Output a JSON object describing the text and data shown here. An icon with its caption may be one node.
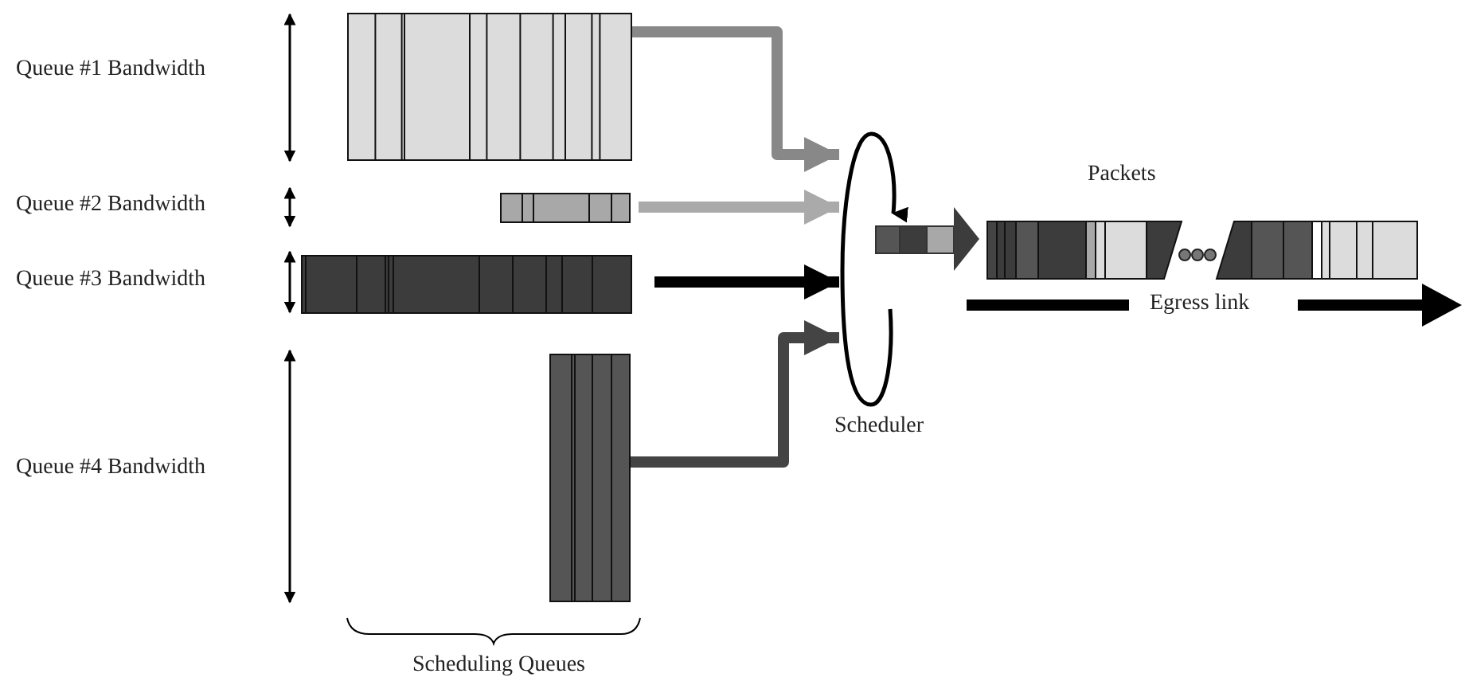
{
  "diagram": {
    "nodes": [
      {
        "text": [],
        "shape": "bar"
      },
      {
        "text": [],
        "shape": "bar"
      },
      {
        "text": [],
        "shape": "bar"
      },
      {
        "text": [],
        "shape": "bar"
      },
      {
        "text": [
          "Scheduler"
        ]
      },
      {
        "text": [
          "Packets"
        ]
      }
    ],
    "edges": [
      {
        "from": 0,
        "to": 4,
        "arrow": "to",
        "color": "#888888"
      },
      {
        "from": 1,
        "to": 4,
        "arrow": "to",
        "color": "#aaaaaa"
      },
      {
        "from": 2,
        "to": 4,
        "arrow": "to",
        "color": "#000000"
      },
      {
        "from": 3,
        "to": 4,
        "arrow": "to",
        "color": "#444444"
      }
    ],
    "labels": [
      "Queue #1 Bandwidth",
      "Queue #2 Bandwidth",
      "Queue #3 Bandwidth",
      "Queue #4 Bandwidth",
      "Scheduling Queues",
      "Egress link"
    ]
  }
}
